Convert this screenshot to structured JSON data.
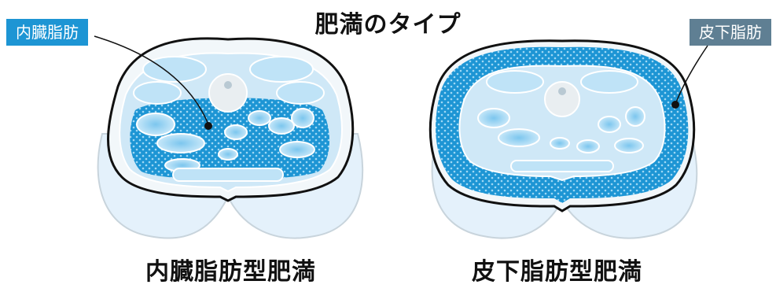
{
  "title": "肥満のタイプ",
  "labels": {
    "visceral_fat": "内臓脂肪",
    "subcutaneous_fat": "皮下脂肪"
  },
  "captions": {
    "visceral_type": "内臓脂肪型肥満",
    "subcutaneous_type": "皮下脂肪型肥満"
  },
  "colors": {
    "fat_blue": "#1d95d4",
    "organ_light": "#bfe3f7",
    "skin_light": "#e4f1fb",
    "outline": "#111111",
    "tag_gray": "#5f7f93"
  }
}
